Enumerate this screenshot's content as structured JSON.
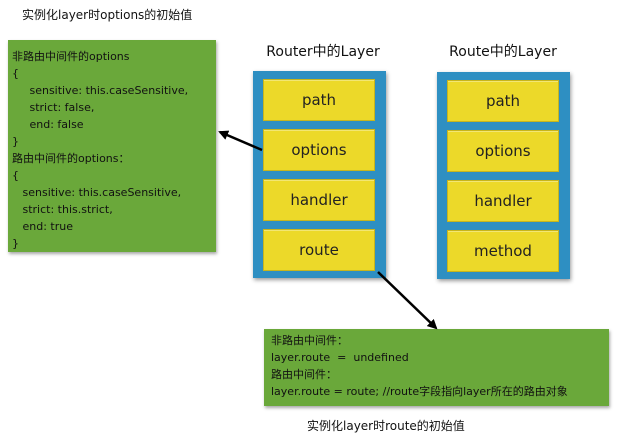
{
  "captions": {
    "top_left": "实例化layer时options的初始值",
    "bottom": "实例化layer时route的初始值"
  },
  "options_box": {
    "lines": [
      "非路由中间件的options",
      "{",
      "     sensitive: this.caseSensitive,",
      "     strict: false,",
      "     end: false",
      "}",
      "路由中间件的options：",
      "{",
      "   sensitive: this.caseSensitive,",
      "   strict: this.strict,",
      "   end: true",
      "}"
    ]
  },
  "router_stack": {
    "title": "Router中的Layer",
    "cells": [
      "path",
      "options",
      "handler",
      "route"
    ]
  },
  "route_stack": {
    "title": "Route中的Layer",
    "cells": [
      "path",
      "options",
      "handler",
      "method"
    ]
  },
  "route_box": {
    "lines": [
      "非路由中间件：",
      "layer.route  =  undefined",
      "路由中间件：",
      "layer.route = route; //route字段指向layer所在的路由对象"
    ]
  },
  "colors": {
    "note_green": "#6aa83a",
    "stack_blue": "#2e8fc2",
    "cell_yellow": "#ecd929"
  }
}
